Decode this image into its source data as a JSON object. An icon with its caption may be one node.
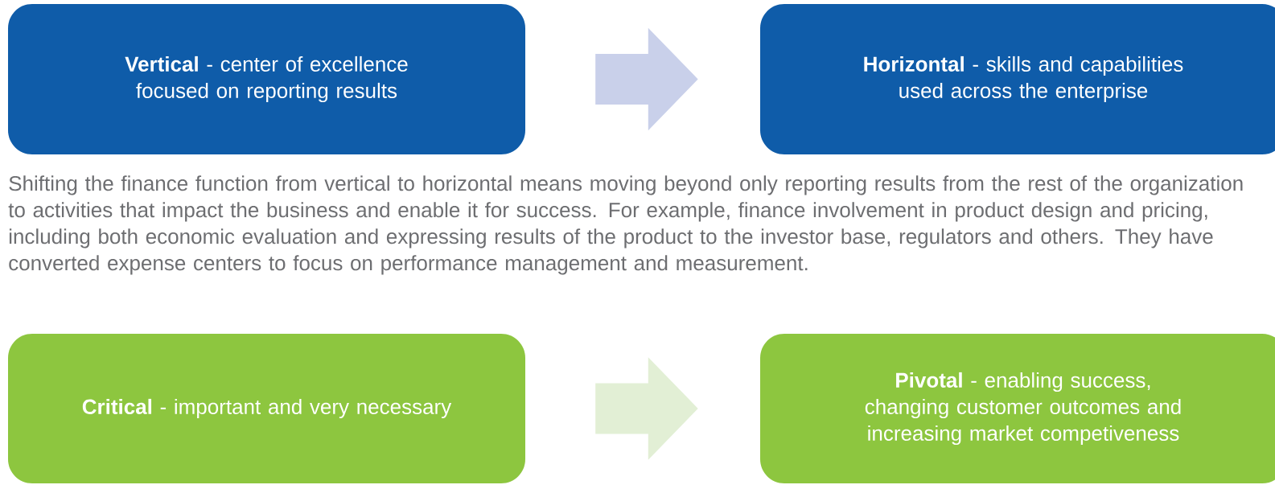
{
  "diagram": {
    "nodes": [
      {
        "text": [
          "**Vertical** - center of excellence focused on reporting results"
        ]
      },
      {
        "text": [
          "**Horizontal** - skills and capabilities used across the enterprise"
        ]
      },
      {
        "text": [
          "**Critical** - important and very necessary"
        ]
      },
      {
        "text": [
          "**Pivotal** - enabling success, changing customer outcomes and increasing market competiveness"
        ]
      }
    ],
    "edges": [
      {
        "from": 0,
        "to": 1,
        "arrow": "to",
        "color": "#c9d0ea"
      },
      {
        "from": 2,
        "to": 3,
        "arrow": "to",
        "color": "#e2efd5"
      }
    ],
    "labels": [
      "Shifting the finance function from vertical to horizontal means moving beyond only reporting results from the rest of the organization to activities that impact the business and enable it for success. For example, finance involvement in product design and pricing, including both economic evaluation and expressing results of the product to the investor base, regulators and others. They have converted expense centers to focus on performance management and measurement."
    ]
  }
}
